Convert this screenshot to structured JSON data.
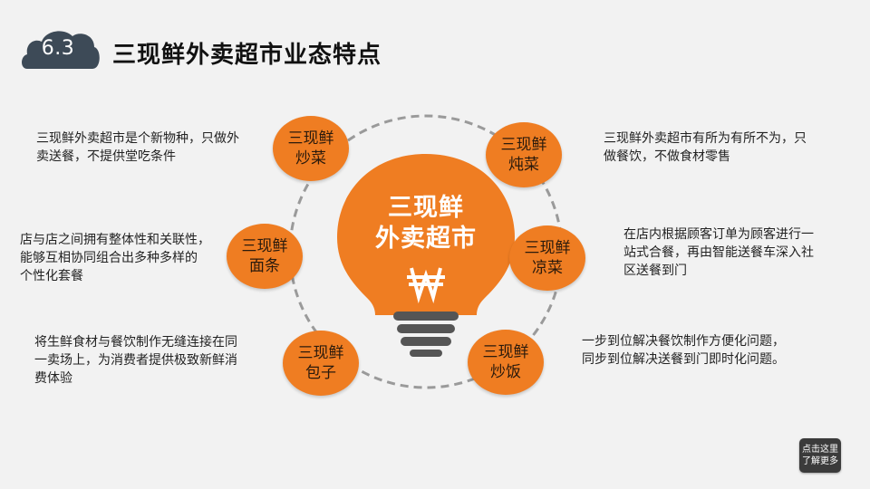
{
  "header": {
    "section_number": "6.3",
    "title": "三现鲜外卖超市业态特点"
  },
  "center": {
    "line1": "三现鲜",
    "line2": "外卖超市"
  },
  "nodes": [
    {
      "line1": "三现鲜",
      "line2": "炒菜"
    },
    {
      "line1": "三现鲜",
      "line2": "面条"
    },
    {
      "line1": "三现鲜",
      "line2": "包子"
    },
    {
      "line1": "三现鲜",
      "line2": "炖菜"
    },
    {
      "line1": "三现鲜",
      "line2": "凉菜"
    },
    {
      "line1": "三现鲜",
      "line2": "炒饭"
    }
  ],
  "descriptions": [
    {
      "line1": "三现鲜外卖超市是个新物种，只做外",
      "line2": "卖送餐，不提供堂吃条件",
      "line3": ""
    },
    {
      "line1": "店与店之间拥有整体性和关联性，",
      "line2": "能够互相协同组合出多种多样的",
      "line3": "个性化套餐"
    },
    {
      "line1": "将生鲜食材与餐饮制作无缝连接在同",
      "line2": "一卖场上，为消费者提供极致新鲜消",
      "line3": "费体验"
    },
    {
      "line1": "三现鲜外卖超市有所为有所不为，只",
      "line2": "做餐饮，不做食材零售",
      "line3": ""
    },
    {
      "line1": "在店内根据顾客订单为顾客进行一",
      "line2": "站式合餐，再由智能送餐车深入社",
      "line3": "区送餐到门"
    },
    {
      "line1": "一步到位解决餐饮制作方便化问题，",
      "line2": "同步到位解决送餐到门即时化问题。",
      "line3": ""
    }
  ],
  "more_button": {
    "line1": "点击这里",
    "line2": "了解更多"
  },
  "colors": {
    "accent": "#ef7d22",
    "badge": "#3d4a57",
    "bulb_base": "#555555",
    "ring": "#9a9a9a"
  },
  "icons": {
    "center_symbol": "won-currency-icon"
  }
}
